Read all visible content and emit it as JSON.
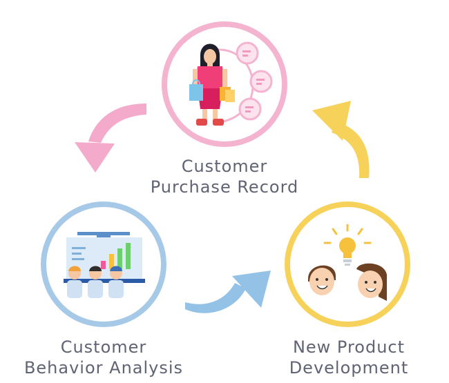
{
  "nodes": {
    "purchase": {
      "line1": "Customer",
      "line2": "Purchase Record",
      "icon": "shopping-woman-icon",
      "ring_color": "#f4b3cf"
    },
    "analysis": {
      "line1": "Customer",
      "line2": "Behavior Analysis",
      "icon": "presentation-board-icon",
      "ring_color": "#a7c9e8"
    },
    "development": {
      "line1": "New Product",
      "line2": "Development",
      "icon": "idea-people-icon",
      "ring_color": "#f6d25a"
    }
  },
  "arrows": {
    "top_to_left": "#f4aacb",
    "left_to_right": "#94c2e6",
    "right_to_top": "#f6d25a"
  },
  "text_color": "#5f6475"
}
